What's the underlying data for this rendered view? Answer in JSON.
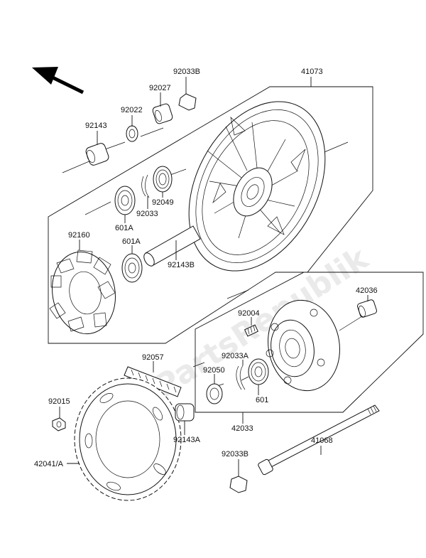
{
  "watermark": "PartsRepublik",
  "labels": {
    "l41073": "41073",
    "l92033B_top": "92033B",
    "l92027": "92027",
    "l92022": "92022",
    "l92143": "92143",
    "l92049": "92049",
    "l92033": "92033",
    "l601A_1": "601A",
    "l601A_2": "601A",
    "l92160": "92160",
    "l92143B": "92143B",
    "l42036": "42036",
    "l92004": "92004",
    "l92033A": "92033A",
    "l92050": "92050",
    "l601": "601",
    "l42033": "42033",
    "l92057": "92057",
    "l92015": "92015",
    "l92143A": "92143A",
    "l42041A": "42041/A",
    "l92033B_bot": "92033B",
    "l41068": "41068"
  }
}
